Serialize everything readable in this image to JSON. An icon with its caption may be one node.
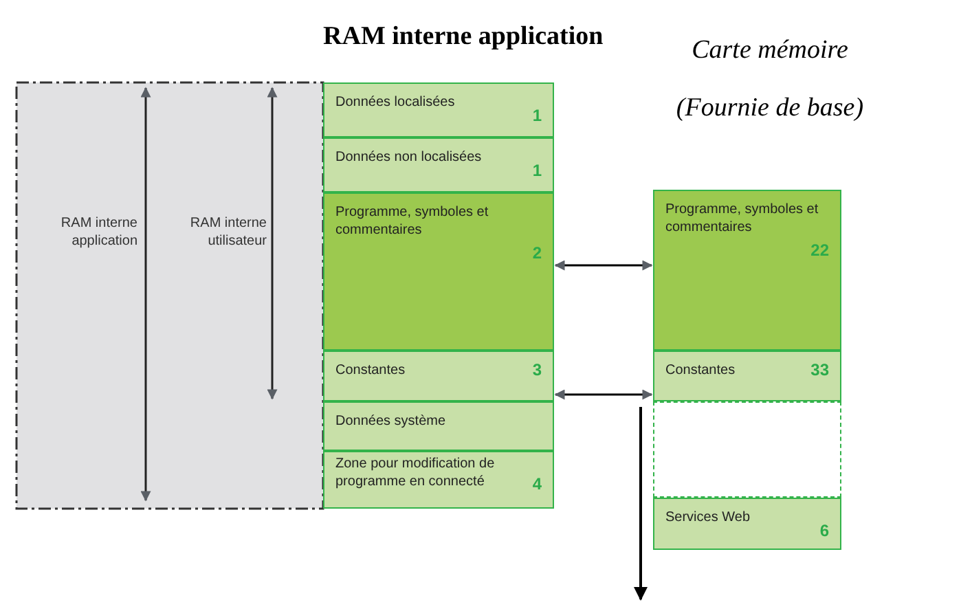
{
  "diagram": {
    "title": "RAM interne application",
    "nodes": [
      {
        "text": [
          "Données localisées",
          "1"
        ]
      },
      {
        "text": [
          "Données non localisées",
          "1"
        ]
      },
      {
        "text": [
          "Programme, symboles et commentaires",
          "2"
        ]
      },
      {
        "text": [
          "Constantes",
          "3"
        ]
      },
      {
        "text": [
          "Données système"
        ]
      },
      {
        "text": [
          "Zone pour modification de programme en connecté",
          "4"
        ]
      },
      {
        "text": [
          "Programme, symboles et commentaires",
          "22"
        ]
      },
      {
        "text": [
          "Constantes",
          "33"
        ]
      },
      {
        "text": [],
        "shape": "box"
      },
      {
        "text": [
          "Services Web",
          "6"
        ]
      }
    ],
    "edges": [
      {
        "from": 2,
        "to": 6,
        "arrow": "both"
      },
      {
        "from": 3,
        "to": 7,
        "arrow": "both"
      }
    ],
    "labels": [
      "Carte mémoire",
      "(Fournie de base)",
      "RAM interne application",
      "RAM interne utilisateur"
    ]
  }
}
